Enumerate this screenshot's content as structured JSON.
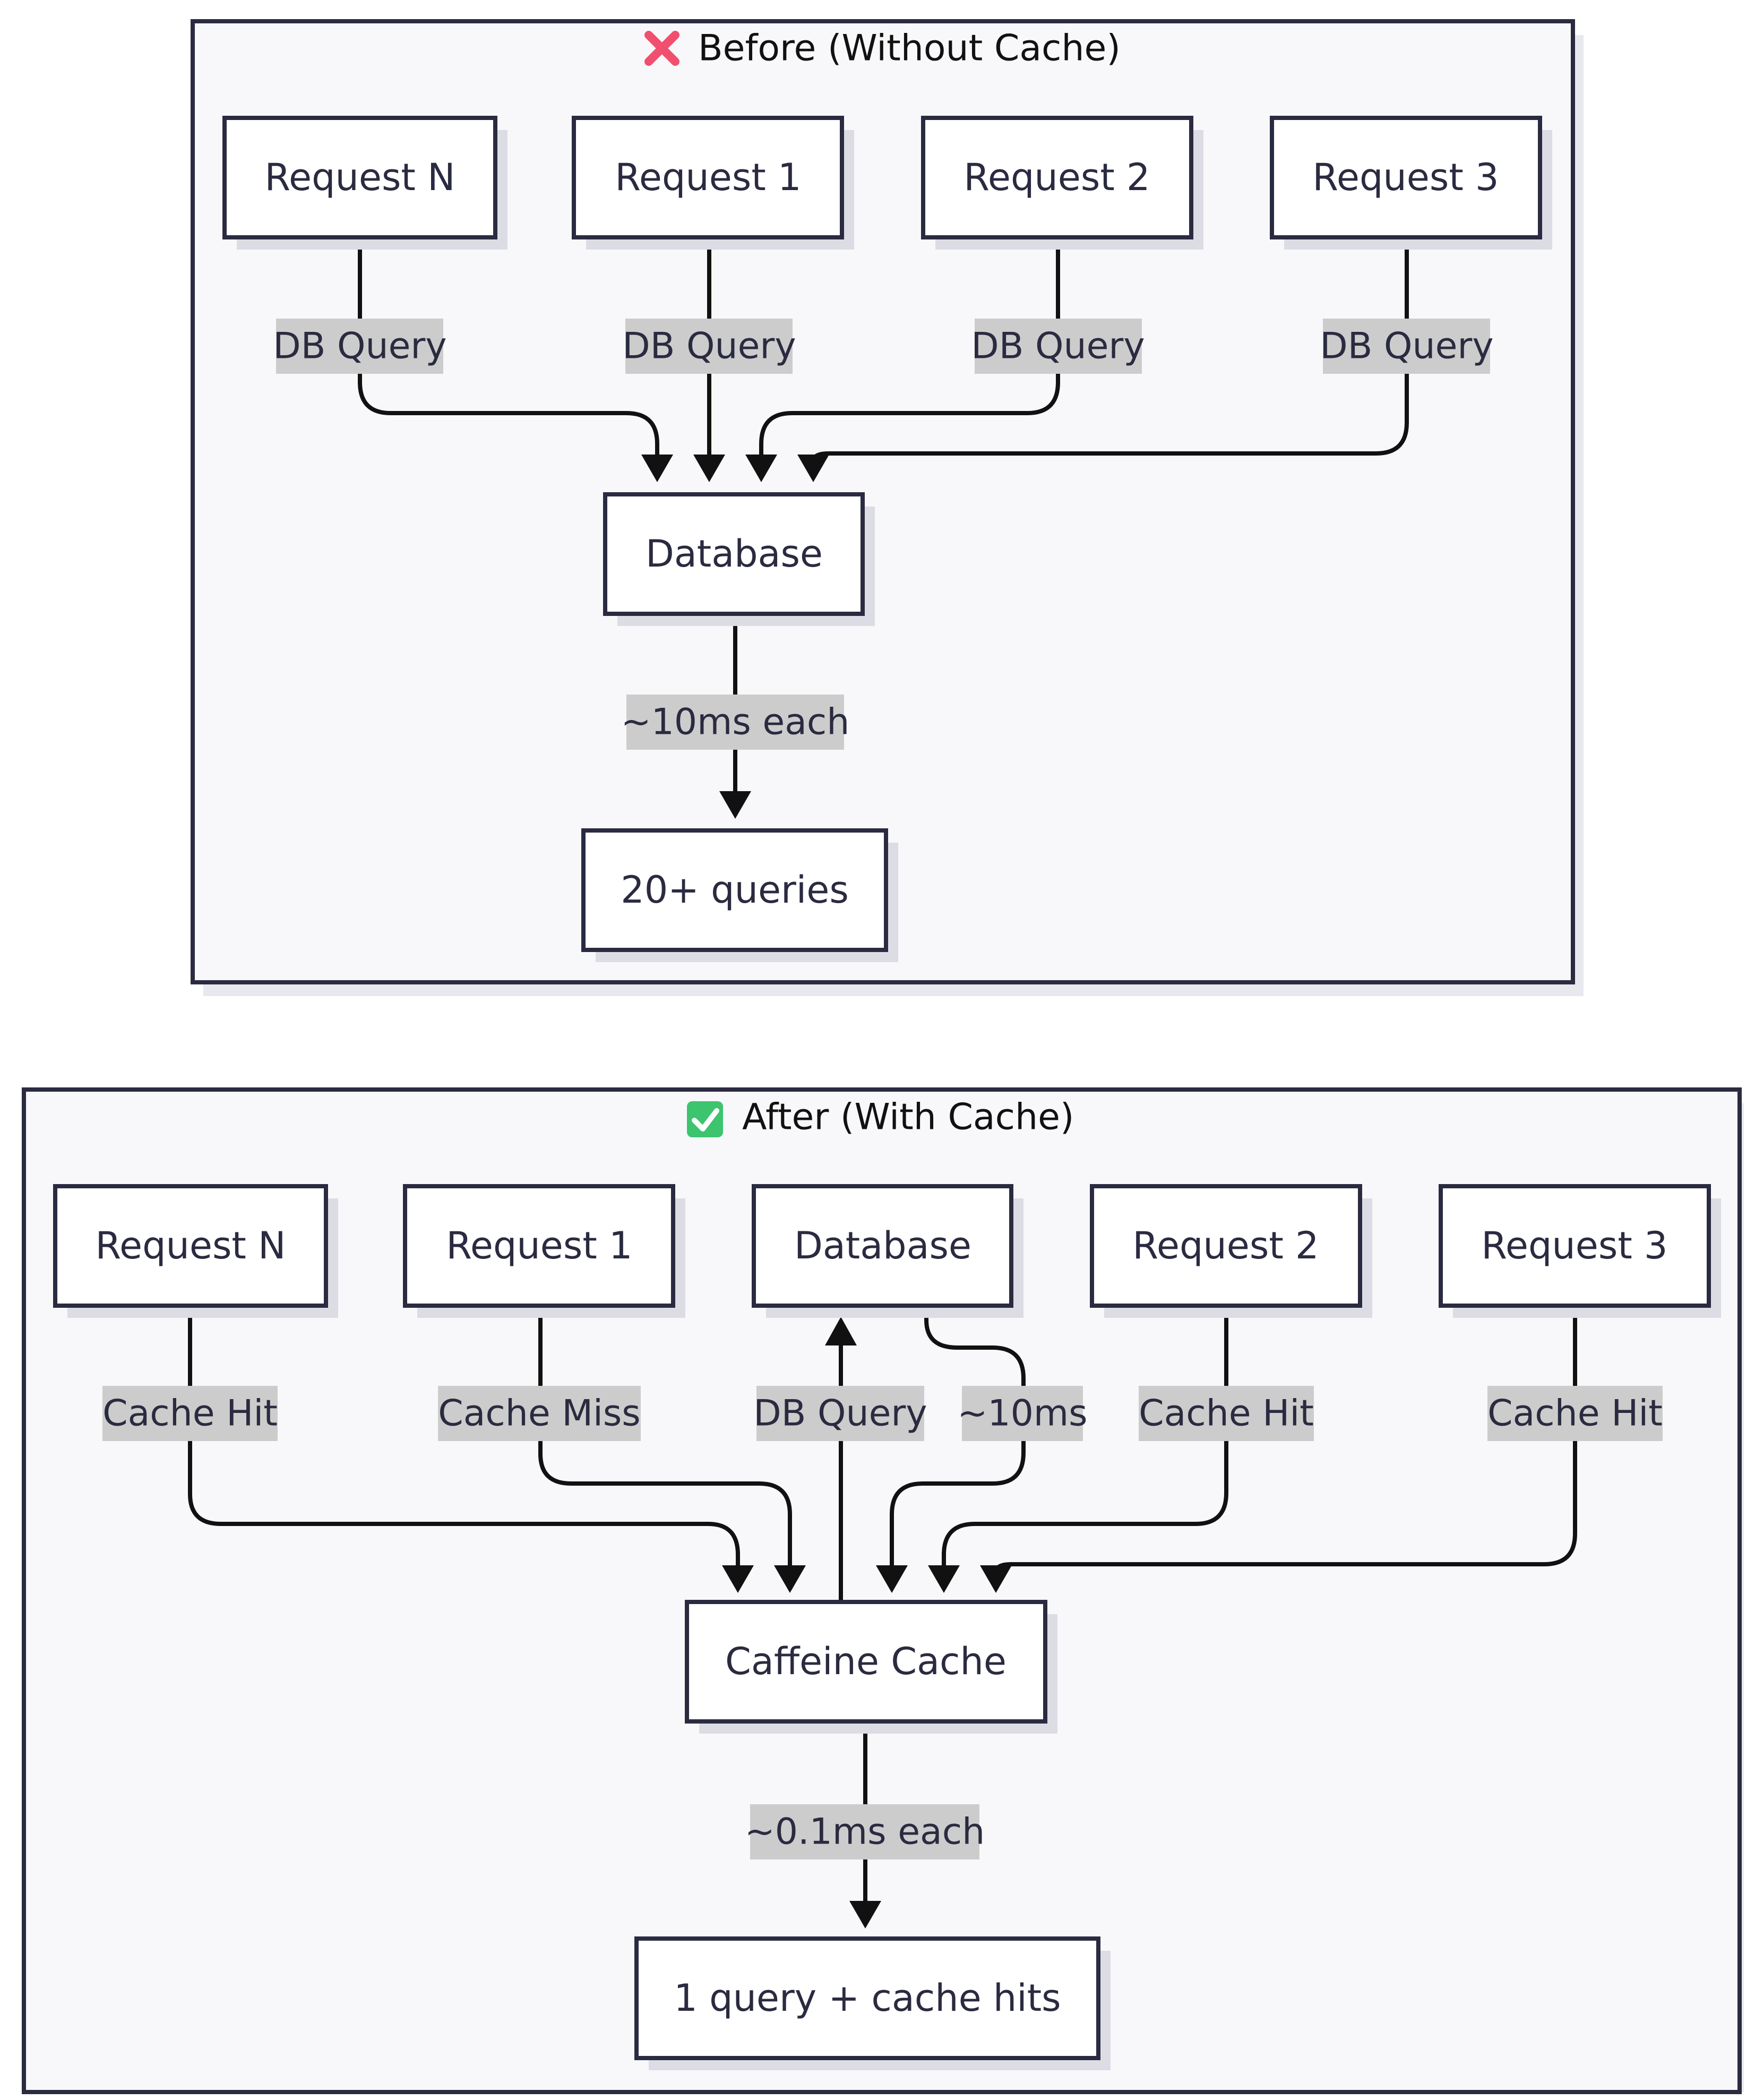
{
  "before": {
    "icon": "cross-mark-icon",
    "title": "Before (Without Cache)",
    "nodes": {
      "request_n": "Request N",
      "request_1": "Request 1",
      "request_2": "Request 2",
      "request_3": "Request 3",
      "database": "Database",
      "result": "20+ queries"
    },
    "edges": {
      "request_n_to_db": "DB Query",
      "request_1_to_db": "DB Query",
      "request_2_to_db": "DB Query",
      "request_3_to_db": "DB Query",
      "db_to_result": "~10ms each"
    }
  },
  "after": {
    "icon": "check-mark-icon",
    "title": "After (With Cache)",
    "nodes": {
      "request_n": "Request N",
      "request_1": "Request 1",
      "database": "Database",
      "request_2": "Request 2",
      "request_3": "Request 3",
      "cache": "Caffeine Cache",
      "result": "1 query + cache hits"
    },
    "edges": {
      "request_n_to_cache": "Cache Hit",
      "request_1_to_cache": "Cache Miss",
      "cache_to_db": "DB Query",
      "db_to_cache": "~10ms",
      "request_2_to_cache": "Cache Hit",
      "request_3_to_cache": "Cache Hit",
      "cache_to_result": "~0.1ms each"
    }
  },
  "colors": {
    "cross": "#f0506e",
    "check": "#3cc46e",
    "stroke": "#2a2a40",
    "label_bg": "#cccccc"
  }
}
